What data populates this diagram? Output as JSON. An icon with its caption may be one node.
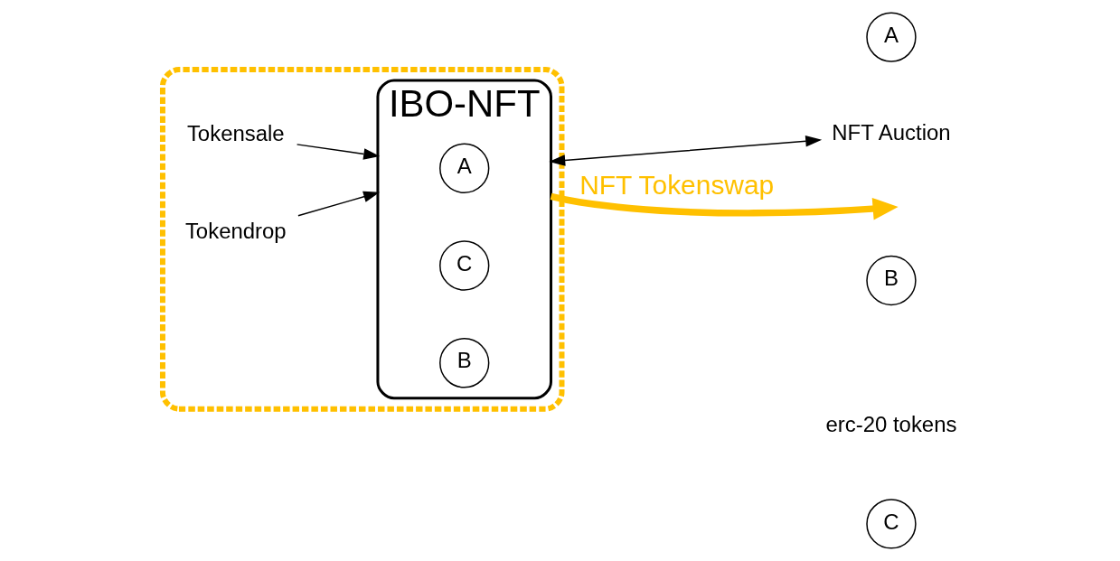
{
  "diagram": {
    "nodes": [
      {
        "text": [],
        "shape": "box"
      },
      {
        "text": [
          "IBO-NFT"
        ],
        "in": 0
      },
      {
        "text": [
          "A"
        ],
        "in": 1
      },
      {
        "text": [
          "C"
        ],
        "in": 1
      },
      {
        "text": [
          "B"
        ],
        "in": 1
      },
      {
        "text": [
          "Tokensale"
        ],
        "in": 0
      },
      {
        "text": [
          "Tokendrop"
        ],
        "in": 0
      },
      {
        "text": [
          "NFT Auction"
        ]
      },
      {
        "text": [
          "A"
        ]
      },
      {
        "text": [
          "C"
        ]
      },
      {
        "text": [
          "B"
        ]
      }
    ],
    "edges": [
      {
        "from": 5,
        "to": 1,
        "arrow": "to"
      },
      {
        "from": 6,
        "to": 1,
        "arrow": "to"
      },
      {
        "from": 1,
        "to": 7,
        "arrow": "both"
      },
      {
        "from": 1,
        "to": null,
        "arrow": "to",
        "label": "NFT Tokenswap",
        "style": "thick",
        "color": "#ffc000"
      }
    ],
    "labels": [
      "erc-20 tokens"
    ]
  }
}
